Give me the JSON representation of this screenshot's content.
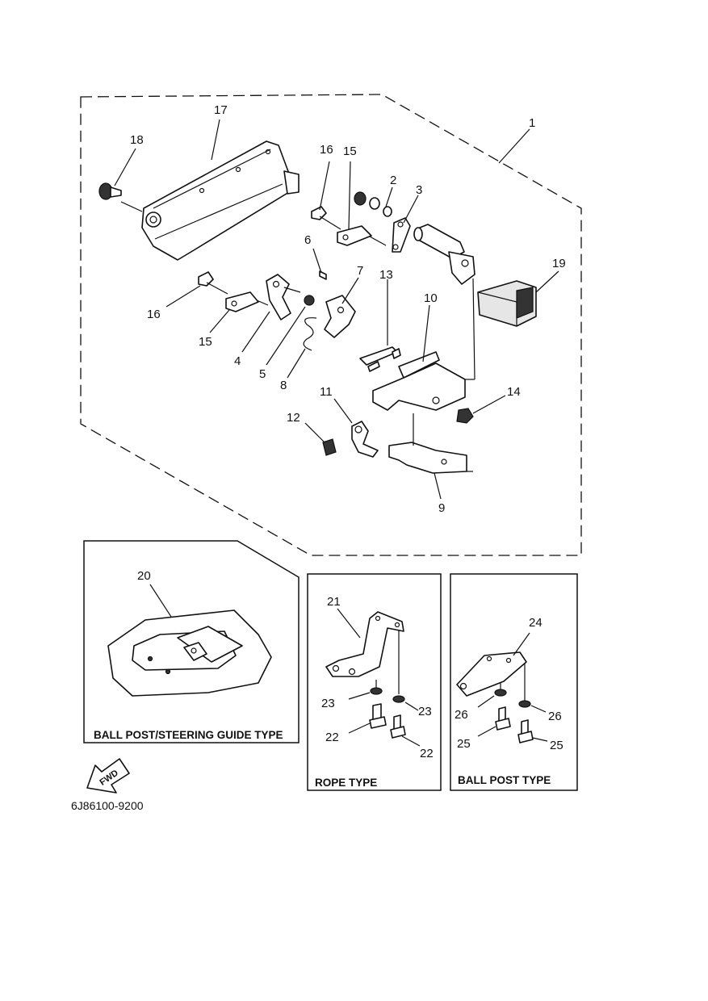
{
  "document_code": "6J86100-9200",
  "arrow_label": "FWD",
  "captions": {
    "ball_post_steering": "BALL POST/STEERING GUIDE TYPE",
    "rope": "ROPE TYPE",
    "ball_post": "BALL POST TYPE"
  },
  "callouts": [
    {
      "id": "c1",
      "text": "1"
    },
    {
      "id": "c2",
      "text": "2"
    },
    {
      "id": "c3",
      "text": "3"
    },
    {
      "id": "c4",
      "text": "4"
    },
    {
      "id": "c5",
      "text": "5"
    },
    {
      "id": "c6",
      "text": "6"
    },
    {
      "id": "c7",
      "text": "7"
    },
    {
      "id": "c8",
      "text": "8"
    },
    {
      "id": "c9",
      "text": "9"
    },
    {
      "id": "c10",
      "text": "10"
    },
    {
      "id": "c11",
      "text": "11"
    },
    {
      "id": "c12",
      "text": "12"
    },
    {
      "id": "c13",
      "text": "13"
    },
    {
      "id": "c14",
      "text": "14"
    },
    {
      "id": "c15a",
      "text": "15"
    },
    {
      "id": "c15b",
      "text": "15"
    },
    {
      "id": "c16a",
      "text": "16"
    },
    {
      "id": "c16b",
      "text": "16"
    },
    {
      "id": "c17",
      "text": "17"
    },
    {
      "id": "c18",
      "text": "18"
    },
    {
      "id": "c19",
      "text": "19"
    },
    {
      "id": "c20",
      "text": "20"
    },
    {
      "id": "c21",
      "text": "21"
    },
    {
      "id": "c22a",
      "text": "22"
    },
    {
      "id": "c22b",
      "text": "22"
    },
    {
      "id": "c23a",
      "text": "23"
    },
    {
      "id": "c23b",
      "text": "23"
    },
    {
      "id": "c24",
      "text": "24"
    },
    {
      "id": "c25a",
      "text": "25"
    },
    {
      "id": "c25b",
      "text": "25"
    },
    {
      "id": "c26a",
      "text": "26"
    },
    {
      "id": "c26b",
      "text": "26"
    }
  ]
}
